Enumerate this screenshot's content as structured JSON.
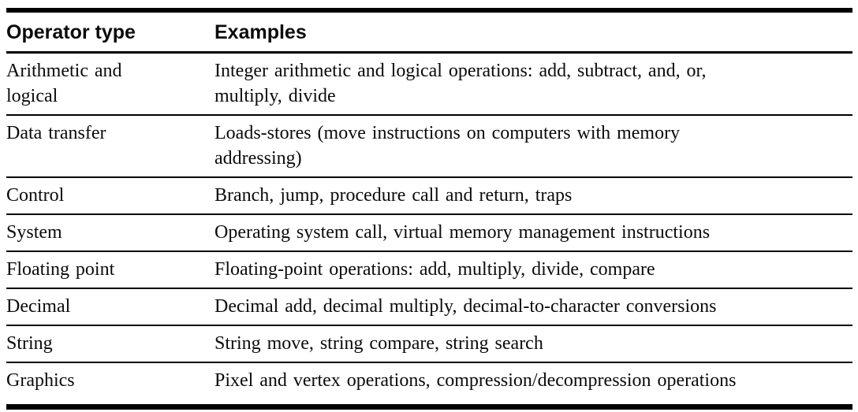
{
  "colors": {
    "background": "#ffffff",
    "text": "#0b0b0b",
    "rule": "#000000"
  },
  "table": {
    "columns": [
      "Operator type",
      "Examples"
    ],
    "rows": [
      {
        "type": "Arithmetic and\nlogical",
        "examples": "Integer arithmetic and logical operations: add, subtract, and, or,\nmultiply, divide"
      },
      {
        "type": "Data transfer",
        "examples": "Loads-stores (move instructions on computers with memory\naddressing)"
      },
      {
        "type": "Control",
        "examples": "Branch, jump, procedure call and return, traps"
      },
      {
        "type": "System",
        "examples": "Operating system call, virtual memory management instructions"
      },
      {
        "type": "Floating point",
        "examples": "Floating-point operations: add, multiply, divide, compare"
      },
      {
        "type": "Decimal",
        "examples": "Decimal add, decimal multiply, decimal-to-character conversions"
      },
      {
        "type": "String",
        "examples": "String move, string compare, string search"
      },
      {
        "type": "Graphics",
        "examples": "Pixel and vertex operations, compression/decompression operations"
      }
    ]
  }
}
